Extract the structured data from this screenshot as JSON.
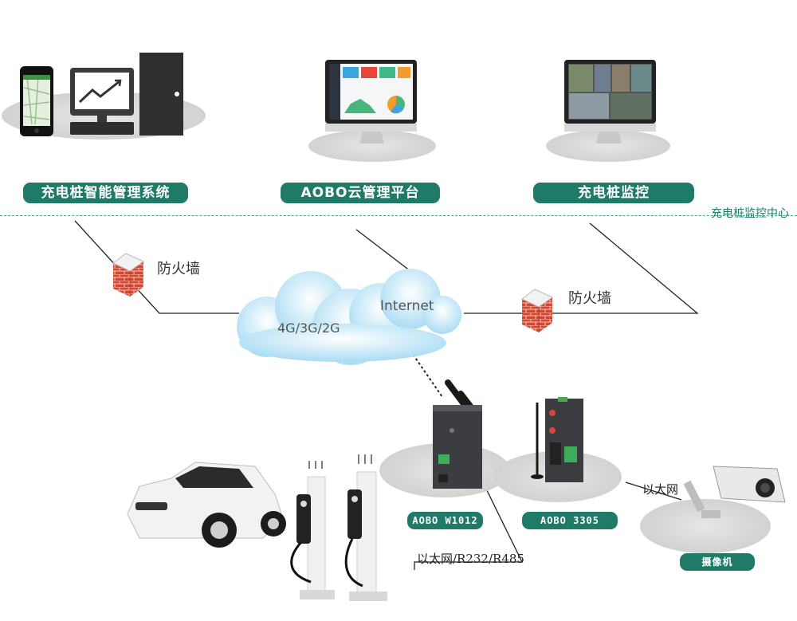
{
  "platforms": [
    {
      "label": "充电桩智能管理系统"
    },
    {
      "label": "AOBO云管理平台"
    },
    {
      "label": "充电桩监控"
    }
  ],
  "center_label": "充电桩监控中心",
  "firewall_label_left": "防火墙",
  "firewall_label_right": "防火墙",
  "cloud": {
    "internet": "Internet",
    "mobile": "4G/3G/2G"
  },
  "devices": [
    {
      "label": "AOBO W1012"
    },
    {
      "label": "AOBO 3305"
    },
    {
      "label": "摄像机"
    }
  ],
  "link_camera": "以太网",
  "link_chargers": "以太网/R232/R485",
  "colors": {
    "accent": "#1f7a68",
    "cloud": "#bfe6f8",
    "firewall": "#d9452f"
  }
}
